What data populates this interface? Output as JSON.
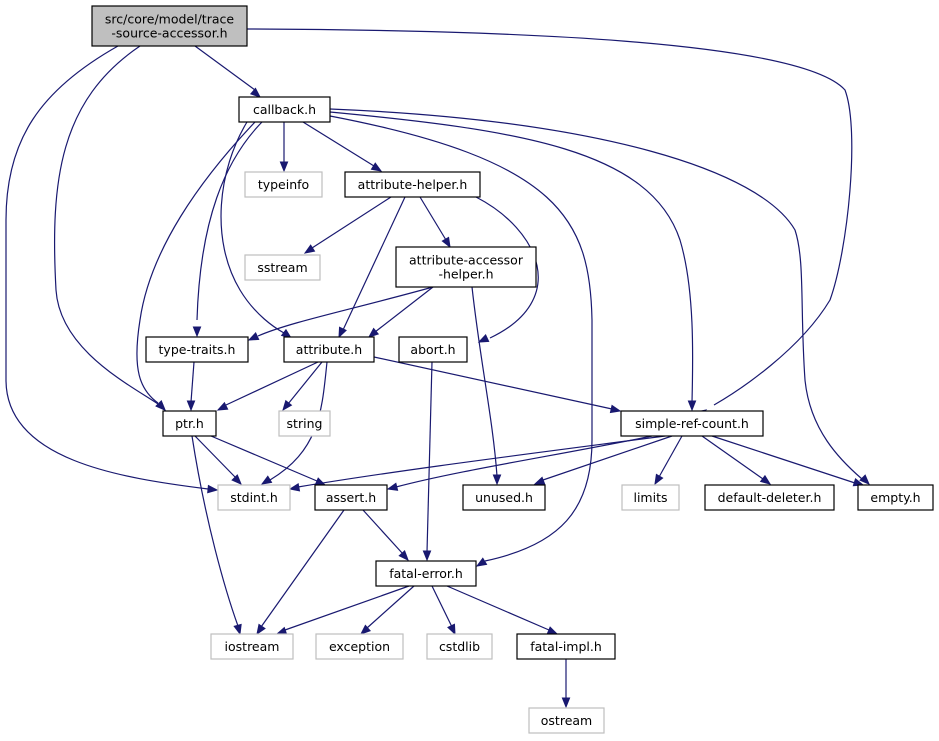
{
  "colors": {
    "edge": "#191970",
    "root_fill": "#bfbfbf",
    "node_border": "#000000",
    "system_border": "#bfbfbf",
    "background": "#ffffff"
  },
  "nodes": [
    {
      "id": "root",
      "lines": [
        "src/core/model/trace",
        "-source-accessor.h"
      ],
      "kind": "root"
    },
    {
      "id": "callback",
      "lines": [
        "callback.h"
      ],
      "kind": "project"
    },
    {
      "id": "typeinfo",
      "lines": [
        "typeinfo"
      ],
      "kind": "system"
    },
    {
      "id": "attribute-helper",
      "lines": [
        "attribute-helper.h"
      ],
      "kind": "project"
    },
    {
      "id": "sstream",
      "lines": [
        "sstream"
      ],
      "kind": "system"
    },
    {
      "id": "attribute-accessor-helper",
      "lines": [
        "attribute-accessor",
        "-helper.h"
      ],
      "kind": "project"
    },
    {
      "id": "type-traits",
      "lines": [
        "type-traits.h"
      ],
      "kind": "project"
    },
    {
      "id": "attribute",
      "lines": [
        "attribute.h"
      ],
      "kind": "project"
    },
    {
      "id": "abort",
      "lines": [
        "abort.h"
      ],
      "kind": "project"
    },
    {
      "id": "ptr",
      "lines": [
        "ptr.h"
      ],
      "kind": "project"
    },
    {
      "id": "string",
      "lines": [
        "string"
      ],
      "kind": "system"
    },
    {
      "id": "simple-ref-count",
      "lines": [
        "simple-ref-count.h"
      ],
      "kind": "project"
    },
    {
      "id": "stdint",
      "lines": [
        "stdint.h"
      ],
      "kind": "system"
    },
    {
      "id": "assert",
      "lines": [
        "assert.h"
      ],
      "kind": "project"
    },
    {
      "id": "unused",
      "lines": [
        "unused.h"
      ],
      "kind": "project"
    },
    {
      "id": "limits",
      "lines": [
        "limits"
      ],
      "kind": "system"
    },
    {
      "id": "default-deleter",
      "lines": [
        "default-deleter.h"
      ],
      "kind": "project"
    },
    {
      "id": "empty",
      "lines": [
        "empty.h"
      ],
      "kind": "project"
    },
    {
      "id": "fatal-error",
      "lines": [
        "fatal-error.h"
      ],
      "kind": "project"
    },
    {
      "id": "iostream",
      "lines": [
        "iostream"
      ],
      "kind": "system"
    },
    {
      "id": "exception",
      "lines": [
        "exception"
      ],
      "kind": "system"
    },
    {
      "id": "cstdlib",
      "lines": [
        "cstdlib"
      ],
      "kind": "system"
    },
    {
      "id": "fatal-impl",
      "lines": [
        "fatal-impl.h"
      ],
      "kind": "project"
    },
    {
      "id": "ostream",
      "lines": [
        "ostream"
      ],
      "kind": "system"
    }
  ],
  "edges": [
    {
      "from": "root",
      "to": "callback"
    },
    {
      "from": "root",
      "to": "ptr"
    },
    {
      "from": "root",
      "to": "stdint"
    },
    {
      "from": "root",
      "to": "simple-ref-count"
    },
    {
      "from": "callback",
      "to": "typeinfo"
    },
    {
      "from": "callback",
      "to": "attribute-helper"
    },
    {
      "from": "callback",
      "to": "type-traits"
    },
    {
      "from": "callback",
      "to": "attribute"
    },
    {
      "from": "callback",
      "to": "ptr"
    },
    {
      "from": "callback",
      "to": "simple-ref-count"
    },
    {
      "from": "callback",
      "to": "fatal-error"
    },
    {
      "from": "callback",
      "to": "empty"
    },
    {
      "from": "attribute-helper",
      "to": "sstream"
    },
    {
      "from": "attribute-helper",
      "to": "attribute-accessor-helper"
    },
    {
      "from": "attribute-helper",
      "to": "attribute"
    },
    {
      "from": "attribute-helper",
      "to": "abort"
    },
    {
      "from": "attribute-accessor-helper",
      "to": "type-traits"
    },
    {
      "from": "attribute-accessor-helper",
      "to": "attribute"
    },
    {
      "from": "attribute-accessor-helper",
      "to": "unused"
    },
    {
      "from": "type-traits",
      "to": "ptr"
    },
    {
      "from": "attribute",
      "to": "ptr"
    },
    {
      "from": "attribute",
      "to": "string"
    },
    {
      "from": "attribute",
      "to": "stdint"
    },
    {
      "from": "attribute",
      "to": "simple-ref-count"
    },
    {
      "from": "abort",
      "to": "fatal-error"
    },
    {
      "from": "ptr",
      "to": "stdint"
    },
    {
      "from": "ptr",
      "to": "assert"
    },
    {
      "from": "ptr",
      "to": "iostream"
    },
    {
      "from": "simple-ref-count",
      "to": "stdint"
    },
    {
      "from": "simple-ref-count",
      "to": "assert"
    },
    {
      "from": "simple-ref-count",
      "to": "unused"
    },
    {
      "from": "simple-ref-count",
      "to": "limits"
    },
    {
      "from": "simple-ref-count",
      "to": "default-deleter"
    },
    {
      "from": "simple-ref-count",
      "to": "empty"
    },
    {
      "from": "assert",
      "to": "fatal-error"
    },
    {
      "from": "assert",
      "to": "iostream"
    },
    {
      "from": "fatal-error",
      "to": "iostream"
    },
    {
      "from": "fatal-error",
      "to": "exception"
    },
    {
      "from": "fatal-error",
      "to": "cstdlib"
    },
    {
      "from": "fatal-error",
      "to": "fatal-impl"
    },
    {
      "from": "fatal-impl",
      "to": "ostream"
    }
  ]
}
